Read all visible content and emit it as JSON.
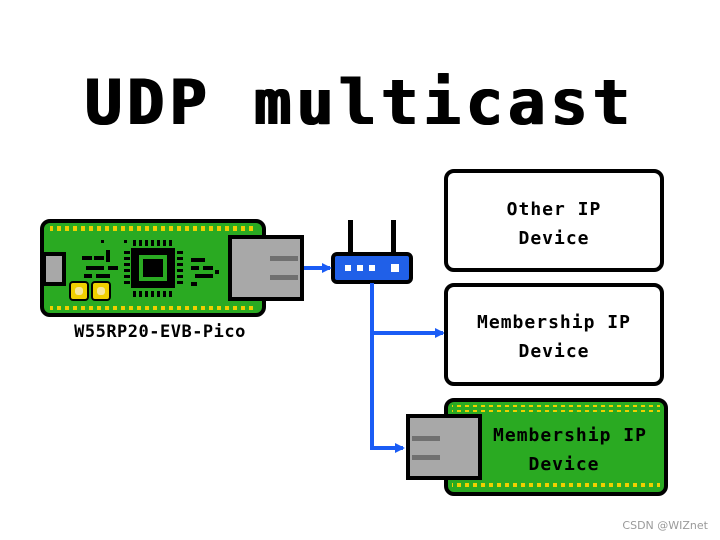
{
  "title": "UDP multicast",
  "source_board": {
    "label": "W55RP20-EVB-Pico"
  },
  "devices": [
    {
      "line1": "Other IP",
      "line2": "Device"
    },
    {
      "line1": "Membership IP",
      "line2": "Device"
    },
    {
      "line1": "Membership IP",
      "line2": "Device"
    }
  ],
  "watermark": "CSDN @WIZnet",
  "colors": {
    "board_green": "#2aaa22",
    "pin_gold": "#f0d000",
    "arrow_blue": "#1a5cf5",
    "router_blue": "#2060e8",
    "connector_gray": "#a8a8a8",
    "outline": "#000000"
  }
}
